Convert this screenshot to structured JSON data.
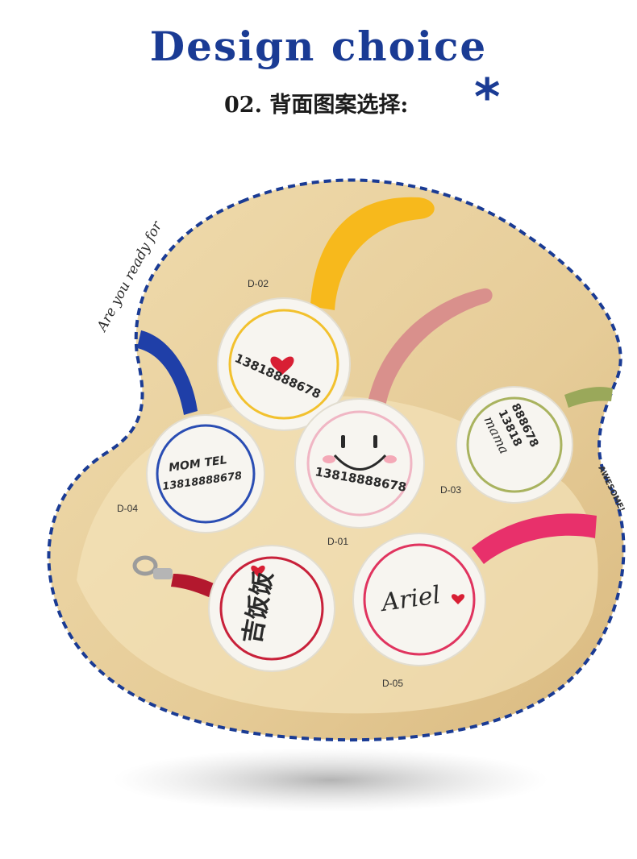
{
  "header": {
    "title": "Design choice",
    "subtitle": "02. 背面图案选择:",
    "asterisk": "*"
  },
  "side_text": {
    "left": "Are you ready for",
    "right": "AWESOME!"
  },
  "tags": [
    {
      "code": "D-02",
      "line1": "13818888678",
      "ring_color": "#f2c12e",
      "strap_color": "#f7b91c",
      "icon": "heart-icon"
    },
    {
      "code": "D-01",
      "line1": "13818888678",
      "ring_color": "#f0b6c4",
      "strap_color": "#d9908c",
      "icon": "smiley-face-icon"
    },
    {
      "code": "D-03",
      "line1": "mama",
      "line2": "13818",
      "line3": "888678",
      "ring_color": "#a9b35f",
      "strap_color": "#9aa85a"
    },
    {
      "code": "D-04",
      "line1": "MOM TEL",
      "line2": "13818888678",
      "ring_color": "#2a4db3",
      "strap_color": "#1f3fa8"
    },
    {
      "code": "",
      "line1": "吉饭饭",
      "ring_color": "#c8213a",
      "strap_color": "#b3182e",
      "icon": "heart-icon"
    },
    {
      "code": "D-05",
      "line1": "Ariel",
      "ring_color": "#e0345f",
      "strap_color": "#e8306b",
      "icon": "heart-icon"
    }
  ],
  "colors": {
    "accent": "#1a3b94",
    "wood": "#e9d3a5",
    "felt": "#f7f5f0"
  }
}
